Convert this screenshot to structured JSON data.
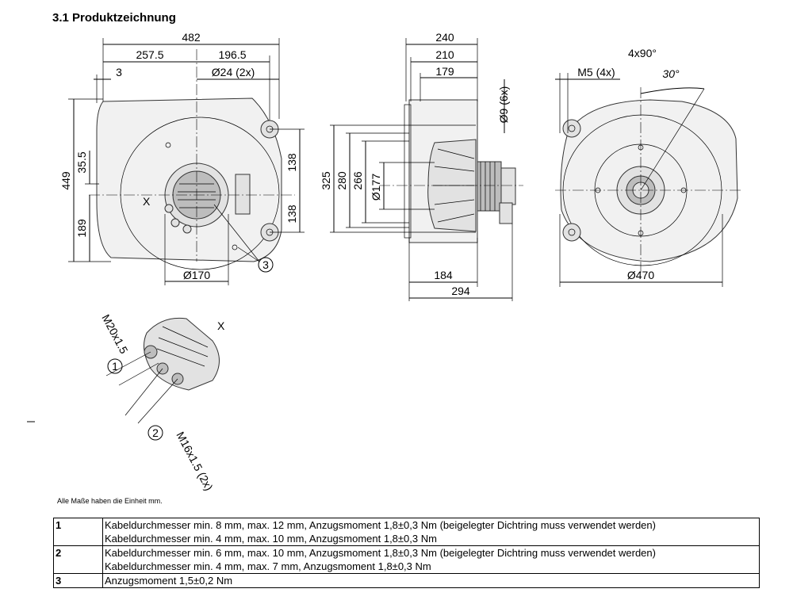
{
  "heading": "3.1 Produktzeichnung",
  "front_view": {
    "dims": {
      "width_total": "482",
      "width_left": "257.5",
      "width_right": "196.5",
      "offset": "3",
      "bolt_holes": "Ø24 (2x)",
      "height_total": "449",
      "offset_v": "35.5",
      "height_lower": "189",
      "upper_138": "138",
      "lower_138": "138",
      "hub_diameter": "Ø170"
    },
    "labels": {
      "detail_marker": "X",
      "callout": "3"
    }
  },
  "side_view": {
    "dims": {
      "width_240": "240",
      "width_210": "210",
      "width_179": "179",
      "holes": "Ø9 (6x)",
      "h_325": "325",
      "h_280": "280",
      "h_266": "266",
      "inlet": "Ø177",
      "w_184": "184",
      "w_294": "294"
    }
  },
  "rear_view": {
    "dims": {
      "pattern": "4x90°",
      "thread": "M5 (4x)",
      "angle": "30°",
      "diameter": "Ø470"
    }
  },
  "detail_x": {
    "marker": "X",
    "gland_large": "M20x1.5",
    "gland_small": "M16x1.5 (2x)",
    "callout_1": "1",
    "callout_2": "2"
  },
  "units_note": "Alle Maße haben die Einheit mm.",
  "notes": [
    {
      "num": "1",
      "lines": [
        "Kabeldurchmesser min. 8 mm, max. 12 mm, Anzugsmoment 1,8±0,3 Nm (beigelegter Dichtring muss verwendet werden)",
        "Kabeldurchmesser min. 4 mm, max. 10 mm, Anzugsmoment 1,8±0,3 Nm"
      ]
    },
    {
      "num": "2",
      "lines": [
        "Kabeldurchmesser min. 6 mm, max. 10 mm, Anzugsmoment 1,8±0,3 Nm (beigelegter Dichtring muss verwendet werden)",
        "Kabeldurchmesser min. 4 mm, max. 7 mm, Anzugsmoment 1,8±0,3 Nm"
      ]
    },
    {
      "num": "3",
      "lines": [
        "Anzugsmoment 1,5±0,2 Nm"
      ]
    }
  ]
}
